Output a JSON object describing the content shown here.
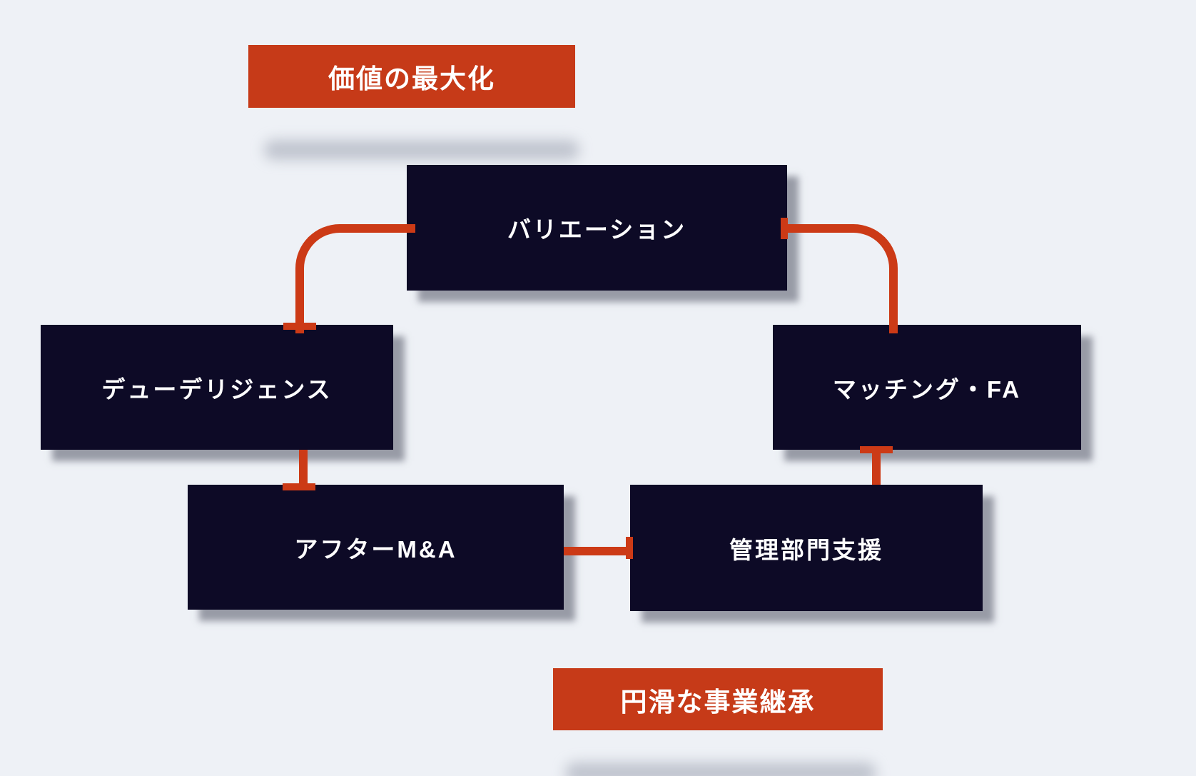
{
  "colors": {
    "background": "#eef1f6",
    "accent_red": "#c63a18",
    "connector_red": "#cc3a16",
    "node_navy": "#0d0a26",
    "node_text": "#ffffff",
    "banner_text": "#ffffff"
  },
  "banners": {
    "top": {
      "label": "価値の最大化"
    },
    "bottom": {
      "label": "円滑な事業継承"
    }
  },
  "nodes": {
    "valuation": {
      "label": "バリエーション"
    },
    "due_diligence": {
      "label": "デューデリジェンス"
    },
    "matching_fa": {
      "label": "マッチング・FA"
    },
    "after_ma": {
      "label": "アフターM&A"
    },
    "admin_support": {
      "label": "管理部門支援"
    }
  },
  "edges": [
    {
      "from": "valuation",
      "to": "due_diligence"
    },
    {
      "from": "valuation",
      "to": "matching_fa"
    },
    {
      "from": "due_diligence",
      "to": "after_ma"
    },
    {
      "from": "matching_fa",
      "to": "admin_support"
    },
    {
      "from": "after_ma",
      "to": "admin_support"
    }
  ]
}
